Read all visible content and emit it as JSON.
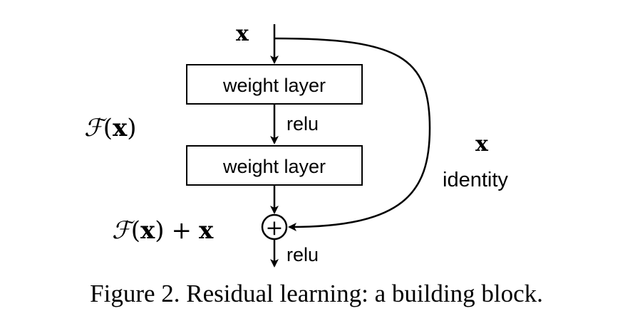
{
  "diagram": {
    "input_label": "x",
    "layer1_label": "weight layer",
    "layer2_label": "weight layer",
    "relu_mid_label": "relu",
    "relu_out_label": "relu",
    "residual_function": {
      "func": "ℱ",
      "open": "(",
      "arg": "x",
      "close": ")"
    },
    "sum_expression": {
      "func": "ℱ",
      "open": "(",
      "arg": "x",
      "close": ")",
      "plus": "+",
      "term": "x"
    },
    "shortcut_label": "x",
    "shortcut_name": "identity",
    "adder_symbol": "+"
  },
  "caption": "Figure 2. Residual learning: a building block."
}
